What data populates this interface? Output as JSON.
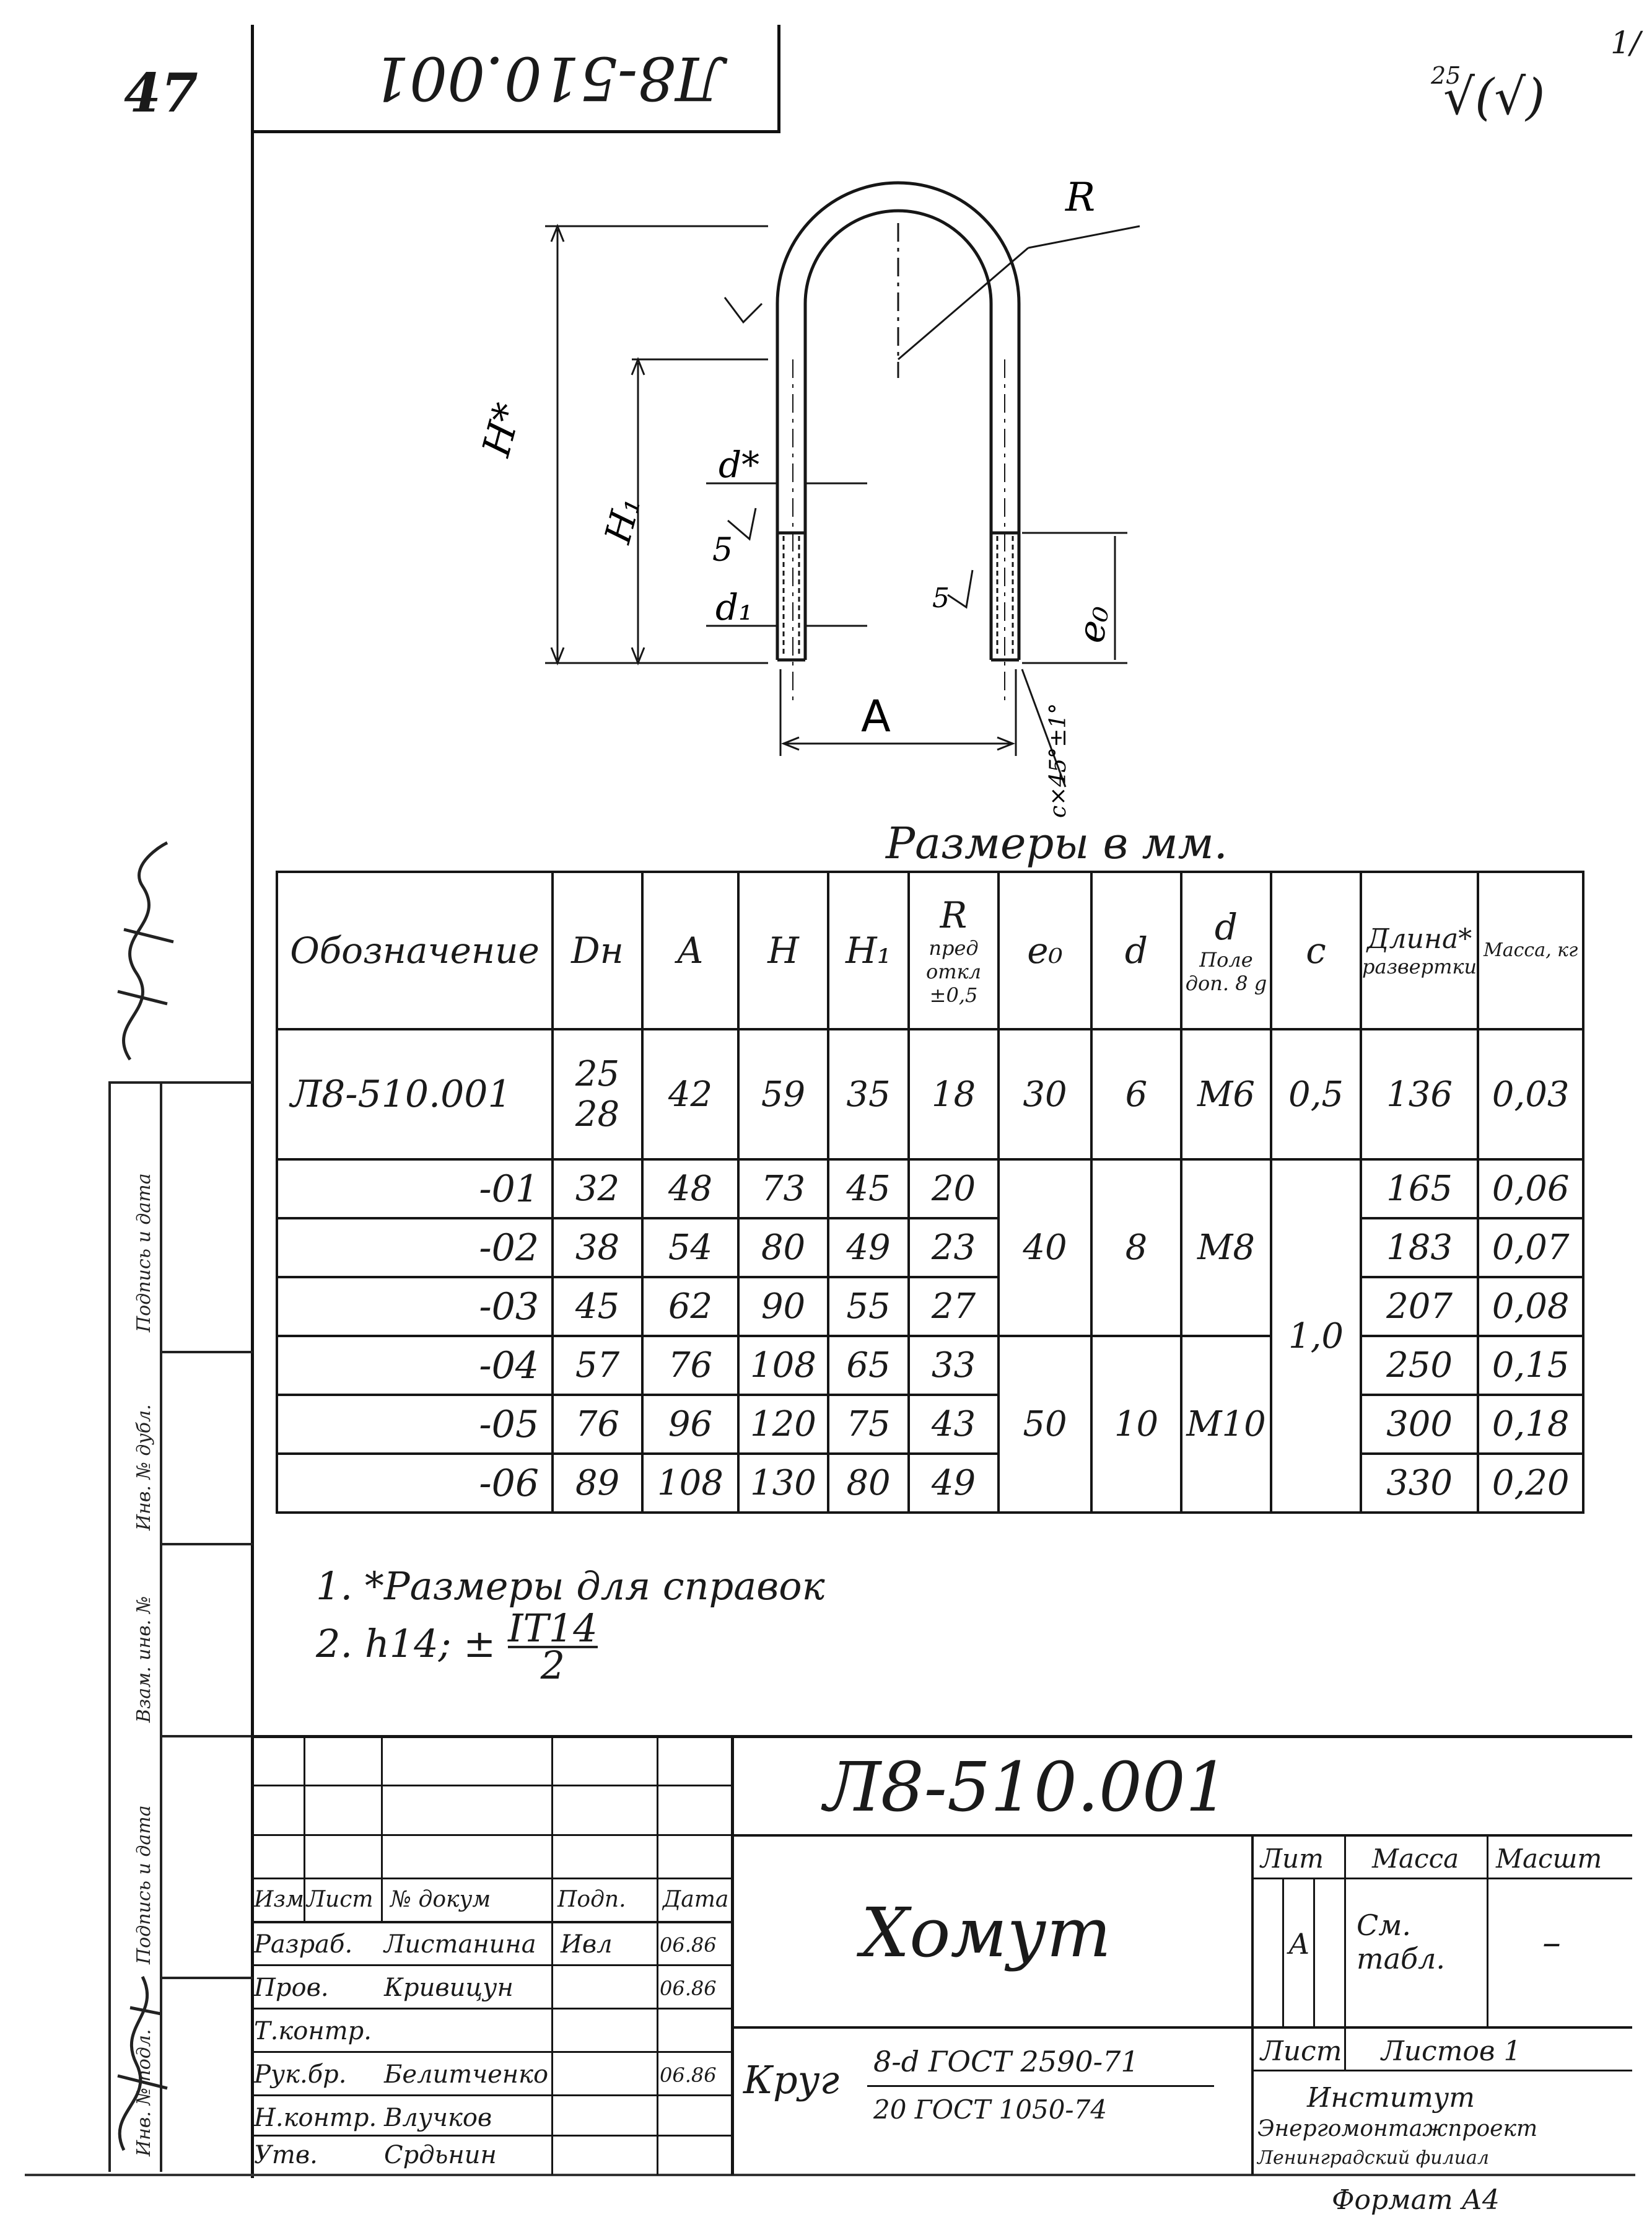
{
  "sheet": {
    "sheet_no": "47",
    "drawing_number_inverted": "Л8-510.001",
    "roughness_top": "25",
    "roughness_sign": "√(√)",
    "sheet_corner": "1/"
  },
  "drawing": {
    "labels": {
      "R": "R",
      "H": "H*",
      "H1": "H₁",
      "d": "d*",
      "d1": "d₁",
      "thread5": "5",
      "thread5b": "5",
      "e0": "e₀",
      "A": "A",
      "chamfer": "c×45°±1°"
    }
  },
  "table": {
    "title": "Размеры в мм.",
    "headers": [
      {
        "text": "Обозначение"
      },
      {
        "text": "Dн"
      },
      {
        "text": "A"
      },
      {
        "text": "H"
      },
      {
        "text": "H₁"
      },
      {
        "text": "R",
        "sub": "пред откл ±0,5"
      },
      {
        "text": "e₀"
      },
      {
        "text": "d"
      },
      {
        "text": "d",
        "sub": "Поле доп. 8 g"
      },
      {
        "text": "c"
      },
      {
        "text": "Длина*",
        "sub": "развертки"
      },
      {
        "text": "",
        "sub": "Масса, кг"
      }
    ],
    "rows": [
      {
        "des": "Л8-510.001",
        "dn": "25",
        "dn2": "28",
        "a": "42",
        "h": "59",
        "h1": "35",
        "r": "18",
        "e0": "30",
        "d": "6",
        "thread": "М6",
        "c": "0,5",
        "len": "136",
        "mass": "0,03"
      },
      {
        "des": "-01",
        "dn": "32",
        "a": "48",
        "h": "73",
        "h1": "45",
        "r": "20",
        "len": "165",
        "mass": "0,06"
      },
      {
        "des": "-02",
        "dn": "38",
        "a": "54",
        "h": "80",
        "h1": "49",
        "r": "23",
        "len": "183",
        "mass": "0,07"
      },
      {
        "des": "-03",
        "dn": "45",
        "a": "62",
        "h": "90",
        "h1": "55",
        "r": "27",
        "len": "207",
        "mass": "0,08"
      },
      {
        "des": "-04",
        "dn": "57",
        "a": "76",
        "h": "108",
        "h1": "65",
        "r": "33",
        "len": "250",
        "mass": "0,15"
      },
      {
        "des": "-05",
        "dn": "76",
        "a": "96",
        "h": "120",
        "h1": "75",
        "r": "43",
        "len": "300",
        "mass": "0,18"
      },
      {
        "des": "-06",
        "dn": "89",
        "a": "108",
        "h": "130",
        "h1": "80",
        "r": "49",
        "len": "330",
        "mass": "0,20"
      }
    ],
    "merged": {
      "e0_40": "40",
      "d_8": "8",
      "thread_m8": "М8",
      "e0_50": "50",
      "d_10": "10",
      "thread_m10": "М10",
      "c_10": "1,0"
    }
  },
  "notes": {
    "n1": "1.  *Размеры для справок",
    "n2": "2.  h14;  ±",
    "n2_num": "IT14",
    "n2_den": "2"
  },
  "title_block": {
    "code": "Л8-510.001",
    "name": "Хомут",
    "material_word": "Круг",
    "material_std1": "8-d ГОСТ 2590-71",
    "material_std2": "20 ГОСТ 1050-74",
    "col_headers": [
      "Изм",
      "Лист",
      "№ докум",
      "Подп.",
      "Дата"
    ],
    "people": [
      {
        "role": "Разраб.",
        "name": "Листанина",
        "sign": "Ивл",
        "date": "06.86"
      },
      {
        "role": "Пров.",
        "name": "Кривицун",
        "sign": "",
        "date": "06.86"
      },
      {
        "role": "Т.контр.",
        "name": "",
        "sign": "",
        "date": ""
      },
      {
        "role": "Рук.бр.",
        "name": "Белитченко",
        "sign": "",
        "date": "06.86"
      },
      {
        "role": "Н.контр.",
        "name": "Влучков",
        "sign": "",
        "date": ""
      },
      {
        "role": "Утв.",
        "name": "Срдьнин",
        "sign": "",
        "date": ""
      }
    ],
    "lit_label": "Лит",
    "lit_value": "А",
    "mass_label": "Масса",
    "mass_value": "См. табл.",
    "scale_label": "Масшт",
    "scale_value": "–",
    "sheet_label": "Лист",
    "sheets_label": "Листов 1",
    "org1": "Институт",
    "org2": "Энергомонтажпроект",
    "org3": "Ленинградский филиал",
    "format": "Формат А4"
  },
  "margin": {
    "v1": "Подпись и дата",
    "v2": "Инв. № дубл.",
    "v3": "Взам. инв. №",
    "v4": "Подпись и дата",
    "v5": "Инв. № подл."
  }
}
